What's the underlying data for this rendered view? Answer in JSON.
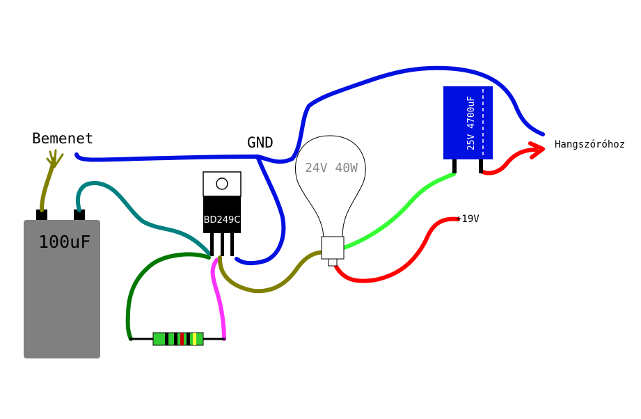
{
  "labels": {
    "input": "Bemenet",
    "ground": "GND",
    "speaker": "Hangszóróhoz",
    "supply": "+19V"
  },
  "components": {
    "input_capacitor": "100uF",
    "transistor": "BD249C",
    "bulb": "24V 40W",
    "output_capacitor": "25V 4700uF"
  },
  "colors": {
    "ground_wire": "#0010e0",
    "supply_wire": "#ff0000",
    "olive_wire": "#808000",
    "teal_wire": "#008080",
    "green_wire": "#007800",
    "lime_wire": "#33ff33",
    "magenta_wire": "#ff33ff",
    "input_cap_body": "#808080",
    "output_cap_body": "#0010e0",
    "resistor_body": "#33cc33"
  }
}
